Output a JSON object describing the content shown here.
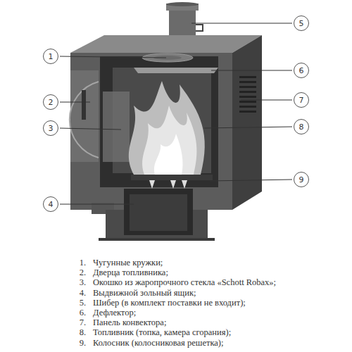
{
  "diagram": {
    "nodes": [
      {
        "text": [
          "1"
        ]
      },
      {
        "text": [
          "2"
        ]
      },
      {
        "text": [
          "3"
        ]
      },
      {
        "text": [
          "4"
        ]
      },
      {
        "text": [
          "5"
        ]
      },
      {
        "text": [
          "6"
        ]
      },
      {
        "text": [
          "7"
        ]
      },
      {
        "text": [
          "8"
        ]
      },
      {
        "text": [
          "9"
        ]
      }
    ],
    "labels": [
      "1.",
      "Чугунные кружки;",
      "2.",
      "Дверца топливника;",
      "3.",
      "Окошко из жаропрочного стекла «Schott Robax»;",
      "4.",
      "Выдвижной зольный ящик;",
      "5.",
      "Шибер (в комплект поставки не входит);",
      "6.",
      "Дефлектор;",
      "7.",
      "Панель конвектора;",
      "8.",
      "Топливник (топка, камера сгорания);",
      "9.",
      "Колосник (колосниковая решетка);"
    ]
  }
}
